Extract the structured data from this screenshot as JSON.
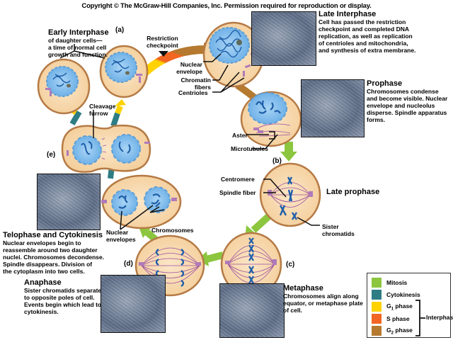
{
  "copyright": "Copyright © The McGraw-Hill Companies, Inc. Permission required for reproduction or display.",
  "stages": {
    "early_interphase": {
      "letter": "(a)",
      "title": "Early Interphase",
      "desc": [
        "of daughter cells—",
        "a time of normal cell",
        "growth and function."
      ]
    },
    "late_interphase": {
      "title": "Late Interphase",
      "desc": [
        "Cell has passed the restriction",
        "checkpoint and completed DNA",
        "replication, as well as replication",
        "of centrioles and mitochondria,",
        "and synthesis of extra membrane."
      ]
    },
    "prophase": {
      "letter": "(b)",
      "title": "Prophase",
      "desc": [
        "Chromosomes condense",
        "and become visible. Nuclear",
        "envelope and nucleolus",
        "disperse. Spindle apparatus",
        "forms."
      ]
    },
    "late_prophase": {
      "title": "Late prophase"
    },
    "metaphase": {
      "letter": "(c)",
      "title": "Metaphase",
      "desc": [
        "Chromosomes align along",
        "equator, or metaphase plate",
        "of cell."
      ]
    },
    "anaphase": {
      "letter": "(d)",
      "title": "Anaphase",
      "desc": [
        "Sister chromatids separate",
        "to opposite poles of cell.",
        "Events begin which lead to",
        "cytokinesis."
      ]
    },
    "telophase": {
      "letter": "(e)",
      "title": "Telophase and Cytokinesis",
      "desc": [
        "Nuclear envelopes begin to",
        "reassemble around two daughter",
        "nuclei. Chromosomes decondense.",
        "Spindle disappears. Division of",
        "the cytoplasm into two cells."
      ]
    }
  },
  "labels": {
    "restriction_checkpoint": [
      "Restriction",
      "checkpoint"
    ],
    "nuclear_envelope": [
      "Nuclear",
      "envelope"
    ],
    "chromatin_fibers": [
      "Chromatin",
      "fibers"
    ],
    "centrioles": "Centrioles",
    "aster": "Aster",
    "microtubules": "Microtubules",
    "centromere": "Centromere",
    "spindle_fiber": "Spindle fiber",
    "sister_chromatids": [
      "Sister",
      "chromatids"
    ],
    "cleavage_furrow": [
      "Cleavage",
      "furrow"
    ],
    "chromosomes": "Chromosomes",
    "nuclear_envelopes": [
      "Nuclear",
      "envelopes"
    ]
  },
  "legend": {
    "items": [
      {
        "label": "Mitosis",
        "color": "#8cc63f"
      },
      {
        "label": "Cytokinesis",
        "color": "#2e7d84"
      },
      {
        "label": "G",
        "sub": "1",
        "suffix": " phase",
        "color": "#ffd200"
      },
      {
        "label": "S phase",
        "color": "#f26522"
      },
      {
        "label": "G",
        "sub": "2",
        "suffix": " phase",
        "color": "#b5792f"
      }
    ],
    "group_label": "Interphase"
  },
  "colors": {
    "cell_fill": "#f9dcb4",
    "cell_border": "#b57a45",
    "nucleus": "#8fc3ec",
    "chromosome": "#1f5fa8",
    "spindle": "#9c4fa0",
    "centriole": "#b07ab8",
    "mitosis_arrow": "#8cc63f",
    "cytokinesis_arrow": "#2e7d84"
  }
}
